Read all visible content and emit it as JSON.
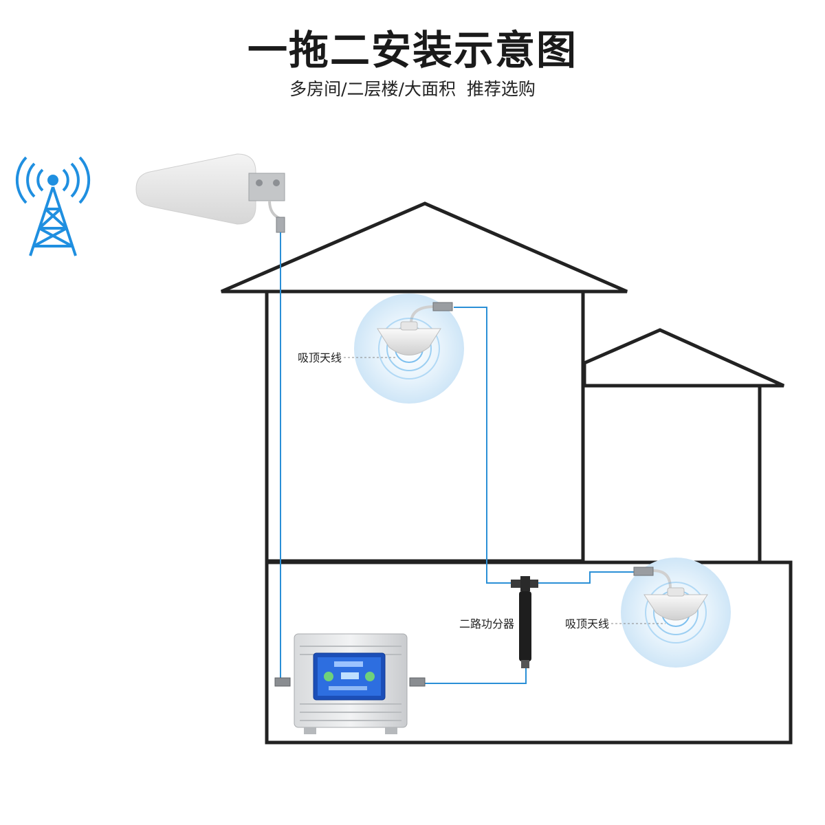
{
  "title": "一拖二安装示意图",
  "subtitle": "多房间/二层楼/大面积  推荐选购",
  "labels": {
    "ceiling_antenna_upper": "吸顶天线",
    "ceiling_antenna_lower": "吸顶天线",
    "splitter": "二路功分器"
  },
  "colors": {
    "cable": "#2a8fd6",
    "signal_icon": "#1f8fe0",
    "house_outline": "#222222",
    "glow": "#cfe6f7"
  },
  "icons": [
    "signal-tower-icon",
    "outdoor-antenna",
    "ceiling-antenna",
    "power-splitter",
    "signal-booster"
  ]
}
